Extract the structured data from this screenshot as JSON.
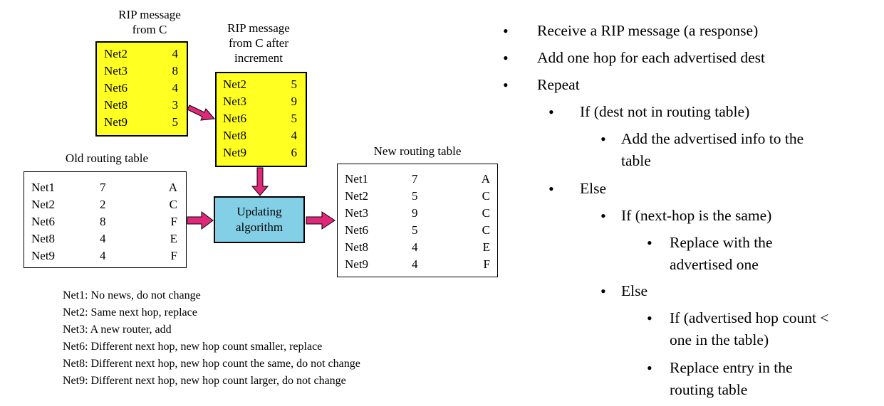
{
  "captions": {
    "rip_from_c": [
      "RIP message",
      "from C"
    ],
    "rip_after": [
      "RIP message",
      "from C after",
      "increment"
    ],
    "old_table": "Old routing table",
    "new_table": "New routing table"
  },
  "rip_from_c": [
    {
      "net": "Net2",
      "hop": "4"
    },
    {
      "net": "Net3",
      "hop": "8"
    },
    {
      "net": "Net6",
      "hop": "4"
    },
    {
      "net": "Net8",
      "hop": "3"
    },
    {
      "net": "Net9",
      "hop": "5"
    }
  ],
  "rip_after": [
    {
      "net": "Net2",
      "hop": "5"
    },
    {
      "net": "Net3",
      "hop": "9"
    },
    {
      "net": "Net6",
      "hop": "5"
    },
    {
      "net": "Net8",
      "hop": "4"
    },
    {
      "net": "Net9",
      "hop": "6"
    }
  ],
  "old_table": [
    {
      "net": "Net1",
      "hop": "7",
      "next": "A"
    },
    {
      "net": "Net2",
      "hop": "2",
      "next": "C"
    },
    {
      "net": "Net6",
      "hop": "8",
      "next": "F"
    },
    {
      "net": "Net8",
      "hop": "4",
      "next": "E"
    },
    {
      "net": "Net9",
      "hop": "4",
      "next": "F"
    }
  ],
  "new_table": [
    {
      "net": "Net1",
      "hop": "7",
      "next": "A"
    },
    {
      "net": "Net2",
      "hop": "5",
      "next": "C"
    },
    {
      "net": "Net3",
      "hop": "9",
      "next": "C"
    },
    {
      "net": "Net6",
      "hop": "5",
      "next": "C"
    },
    {
      "net": "Net8",
      "hop": "4",
      "next": "E"
    },
    {
      "net": "Net9",
      "hop": "4",
      "next": "F"
    }
  ],
  "algorithm": [
    "Updating",
    "algorithm"
  ],
  "notes": [
    "Net1: No news, do not change",
    "Net2: Same next hop, replace",
    "Net3: A new router, add",
    "Net6: Different next hop, new hop count smaller, replace",
    "Net8: Different next hop, new hop count the same, do not change",
    "Net9: Different next hop, new hop count larger, do not change"
  ],
  "bullets": [
    {
      "level": 0,
      "lines": [
        "Receive a RIP message (a response)"
      ]
    },
    {
      "level": 0,
      "lines": [
        "Add one hop for each advertised dest"
      ]
    },
    {
      "level": 0,
      "lines": [
        "Repeat"
      ]
    },
    {
      "level": 1,
      "lines": [
        "If (dest not in routing table)"
      ]
    },
    {
      "level": 2,
      "lines": [
        "Add the advertised info to the",
        "table"
      ]
    },
    {
      "level": 1,
      "lines": [
        "Else"
      ]
    },
    {
      "level": 2,
      "lines": [
        "If (next-hop is the same)"
      ]
    },
    {
      "level": 3,
      "lines": [
        "Replace with the",
        "advertised one"
      ]
    },
    {
      "level": 2,
      "lines": [
        "Else"
      ]
    },
    {
      "level": 3,
      "lines": [
        "If (advertised hop count <",
        "one in the table)"
      ]
    },
    {
      "level": 3,
      "lines": [
        "Replace entry in the",
        "routing table"
      ]
    }
  ],
  "colors": {
    "message_box": "#ffff22",
    "algorithm_box": "#82cfe6",
    "arrow": "#e0287a"
  }
}
